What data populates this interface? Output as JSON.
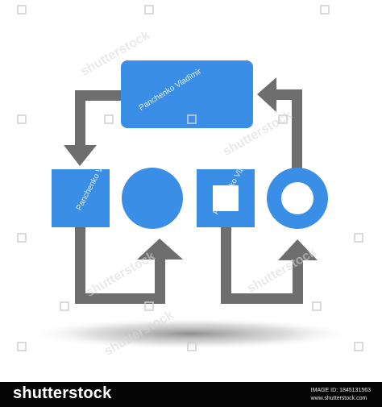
{
  "watermark": {
    "author": "Panchenko Vladimir",
    "brand": "shutterstock"
  },
  "footer": {
    "brand": "shutterstock",
    "image_id": "IMAGE ID: 1845131563",
    "site": "www.shutterstock.com"
  },
  "colors": {
    "shape_blue": "#3a8ee6",
    "arrow_gray": "#6e6e6e",
    "background": "#ffffff",
    "footer_bg": "#050505"
  },
  "icons": [
    "process-block",
    "square-node",
    "circle-node",
    "square-frame-node",
    "ring-node",
    "flow-arrow"
  ]
}
